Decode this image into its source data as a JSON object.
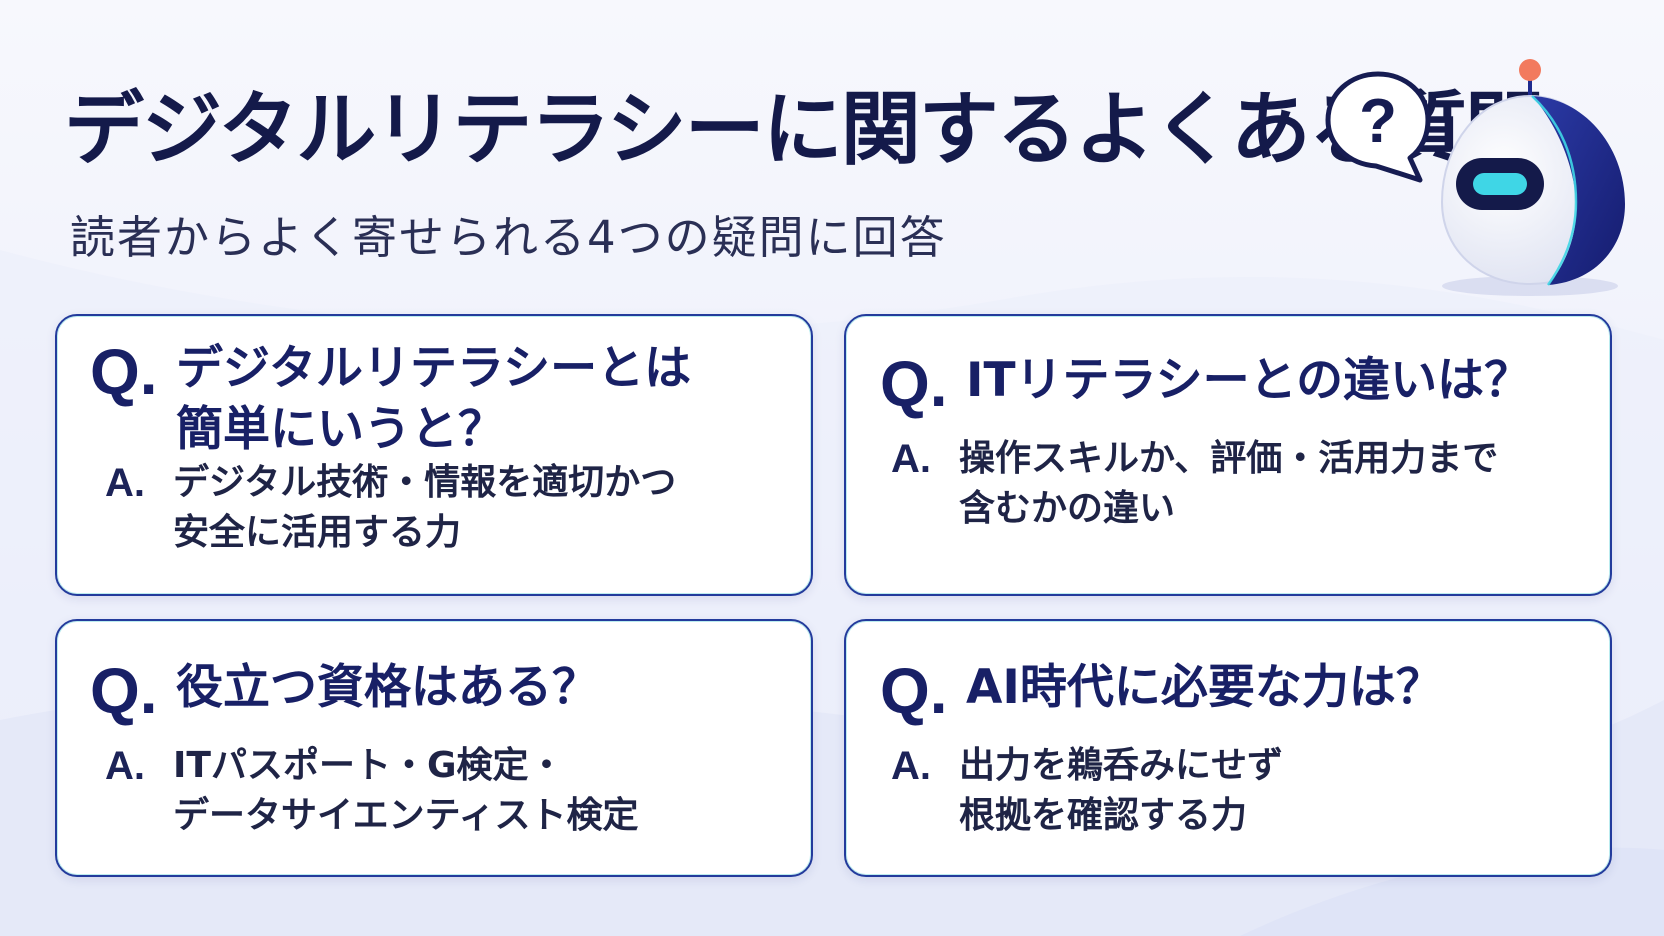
{
  "header": {
    "title": "デジタルリテラシーに関するよくある質問",
    "subtitle": "読者からよく寄せられる4つの疑問に回答"
  },
  "icons": {
    "bubble": "question-speech-bubble-icon",
    "bubble_glyph": "?",
    "mascot": "robot-mascot-icon"
  },
  "colors": {
    "title": "#141a4a",
    "card_border": "#233b9c",
    "accent_cyan": "#3fd6e6",
    "mascot_blue": "#1f2b8f",
    "antenna": "#f27a5e"
  },
  "faq": [
    {
      "q_mark": "Q.",
      "q_lines": [
        "デジタルリテラシーとは",
        "簡単にいうと？"
      ],
      "a_mark": "A.",
      "a_lines": [
        "デジタル技術・情報を適切かつ",
        "安全に活用する力"
      ]
    },
    {
      "q_mark": "Q.",
      "q_lines": [
        "ITリテラシーとの違いは？"
      ],
      "a_mark": "A.",
      "a_lines": [
        "操作スキルか、評価・活用力まで",
        "含むかの違い"
      ]
    },
    {
      "q_mark": "Q.",
      "q_lines": [
        "役立つ資格はある？"
      ],
      "a_mark": "A.",
      "a_lines": [
        "ITパスポート・G検定・",
        "データサイエンティスト検定"
      ]
    },
    {
      "q_mark": "Q.",
      "q_lines": [
        "AI時代に必要な力は？"
      ],
      "a_mark": "A.",
      "a_lines": [
        "出力を鵜呑みにせず",
        "根拠を確認する力"
      ]
    }
  ]
}
